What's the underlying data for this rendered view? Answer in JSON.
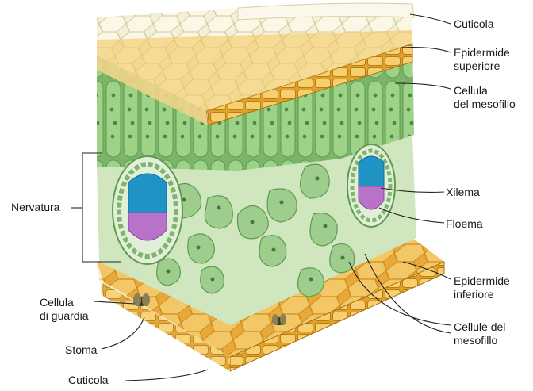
{
  "labels": {
    "cuticola_top": "Cuticola",
    "epidermide_superiore": [
      "Epidermide",
      "superiore"
    ],
    "cellula_mesofillo": [
      "Cellula",
      "del mesofillo"
    ],
    "xilema": "Xilema",
    "floema": "Floema",
    "nervatura": "Nervatura",
    "epidermide_inferiore": [
      "Epidermide",
      "inferiore"
    ],
    "cellula_guardia": [
      "Cellula",
      "di guardia"
    ],
    "stoma": "Stoma",
    "cellule_mesofillo": [
      "Cellule del",
      "mesofillo"
    ],
    "cuticola_bottom": "Cuticola"
  },
  "colors": {
    "epidermis": "#f2c04e",
    "epidermis_dark": "#c98a1c",
    "palisade": "#8fca7a",
    "palisade_light": "#b9df9f",
    "spongy": "#a9d39b",
    "xylem": "#1f93c4",
    "phloem": "#b872c9",
    "cuticle": "#f3ecd3"
  }
}
